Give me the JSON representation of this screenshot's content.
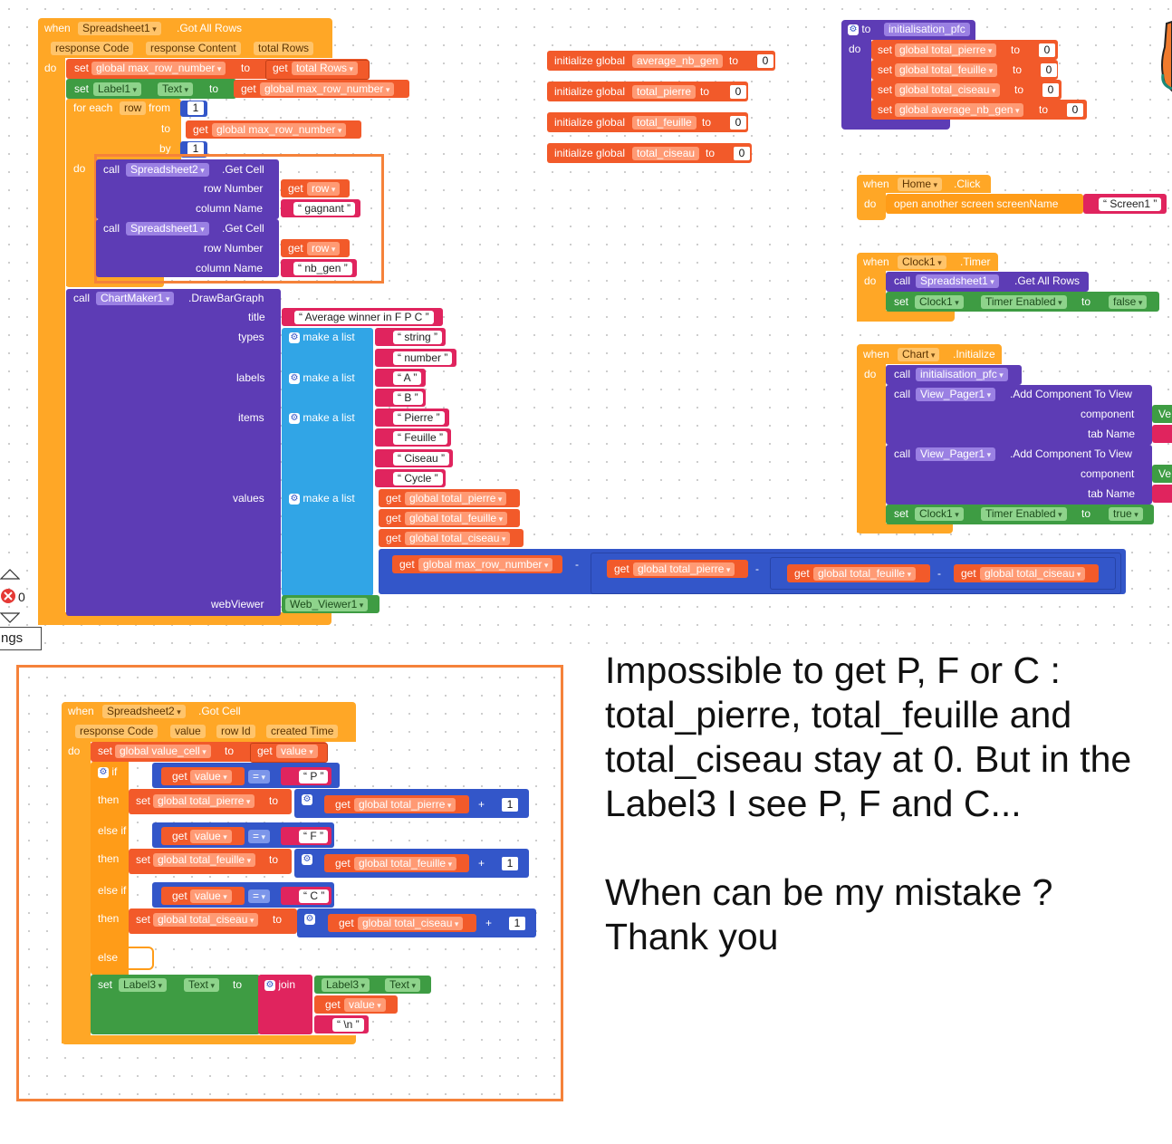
{
  "colors": {
    "event": "#ffa726",
    "variable": "#f25a2a",
    "component": "#5d3cb5",
    "math": "#3356c9",
    "text": "#e0245e",
    "list": "#31a5e6",
    "setter": "#3e9c43",
    "highlight": "#f5823a"
  },
  "event_got_all_rows": {
    "when": "when",
    "component": "Spreadsheet1",
    "event": ".Got All Rows",
    "params": [
      "response Code",
      "response Content",
      "total Rows"
    ],
    "do": "do",
    "set": "set",
    "var_max_row": "global max_row_number",
    "to": "to",
    "get": "get",
    "total_rows": "total Rows",
    "label1": "Label1",
    "text_prop": "Text",
    "foreach": "for each",
    "row": "row",
    "from": "from",
    "by": "by",
    "one": "1",
    "call": "call",
    "spreadsheet2": "Spreadsheet2",
    "spreadsheet1": "Spreadsheet1",
    "get_cell": ".Get Cell",
    "row_number": "row Number",
    "column_name": "column Name",
    "gagnant": "gagnant",
    "nb_gen": "nb_gen",
    "chartmaker": "ChartMaker1",
    "draw": ".DrawBarGraph",
    "title_label": "title",
    "title_value": "Average winner in F P C",
    "types_label": "types",
    "labels_label": "labels",
    "items_label": "items",
    "values_label": "values",
    "webviewer_label": "webViewer",
    "make_a_list": "make a list",
    "types": [
      "string",
      "number"
    ],
    "labels": [
      "A",
      "B"
    ],
    "items": [
      "Pierre",
      "Feuille",
      "Ciseau",
      "Cycle"
    ],
    "values": [
      "global total_pierre",
      "global total_feuille",
      "global total_ciseau"
    ],
    "cycle_expr": [
      "global max_row_number",
      "global total_pierre",
      "global total_feuille",
      "global total_ciseau"
    ],
    "minus": "-",
    "web_viewer": "Web_Viewer1"
  },
  "inits": {
    "label": "initialize global",
    "to": "to",
    "items": [
      {
        "name": "average_nb_gen",
        "value": "0"
      },
      {
        "name": "total_pierre",
        "value": "0"
      },
      {
        "name": "total_feuille",
        "value": "0"
      },
      {
        "name": "total_ciseau",
        "value": "0"
      }
    ]
  },
  "proc_init": {
    "to": "to",
    "name": "initialisation_pfc",
    "do": "do",
    "set": "set",
    "to2": "to",
    "vars": [
      "global total_pierre",
      "global total_feuille",
      "global total_ciseau",
      "global average_nb_gen"
    ],
    "zero": "0"
  },
  "home_click": {
    "when": "when",
    "component": "Home",
    "event": ".Click",
    "do": "do",
    "open": "open another screen  screenName",
    "screen": "Screen1"
  },
  "clock_timer": {
    "when": "when",
    "component": "Clock1",
    "event": ".Timer",
    "do": "do",
    "call": "call",
    "spreadsheet": "Spreadsheet1",
    "method": ".Get All Rows",
    "set": "set",
    "clock": "Clock1",
    "prop": "Timer Enabled",
    "to": "to",
    "value": "false"
  },
  "chart_init": {
    "when": "when",
    "component": "Chart",
    "event": ".Initialize",
    "do": "do",
    "call": "call",
    "proc": "initialisation_pfc",
    "pager": "View_Pager1",
    "method": ".Add Component To View",
    "component_label": "component",
    "tabname_label": "tab Name",
    "ve": "Ve",
    "set": "set",
    "clock": "Clock1",
    "prop": "Timer Enabled",
    "to": "to",
    "value": "true"
  },
  "side_controls": {
    "errors": "0",
    "settings": "ngs"
  },
  "event_got_cell": {
    "when": "when",
    "component": "Spreadsheet2",
    "event": ".Got Cell",
    "params": [
      "response Code",
      "value",
      "row Id",
      "created Time"
    ],
    "do": "do",
    "set": "set",
    "var_value_cell": "global value_cell",
    "to": "to",
    "get": "get",
    "value": "value",
    "if": "if",
    "then": "then",
    "else_if": "else if",
    "else": "else",
    "eq": "=",
    "letters": [
      "P",
      "F",
      "C"
    ],
    "totals": [
      "global total_pierre",
      "global total_feuille",
      "global total_ciseau"
    ],
    "plus": "+",
    "one": "1",
    "label3": "Label3",
    "text_prop": "Text",
    "join": "join",
    "newline": "\\n"
  },
  "note": {
    "lines": [
      "Impossible to get P, F or C :",
      "total_pierre, total_feuille and",
      "total_ciseau stay at 0. But in the",
      "Label3 I see P, F and C...",
      "",
      "When can be my mistake ?",
      "Thank you"
    ]
  }
}
